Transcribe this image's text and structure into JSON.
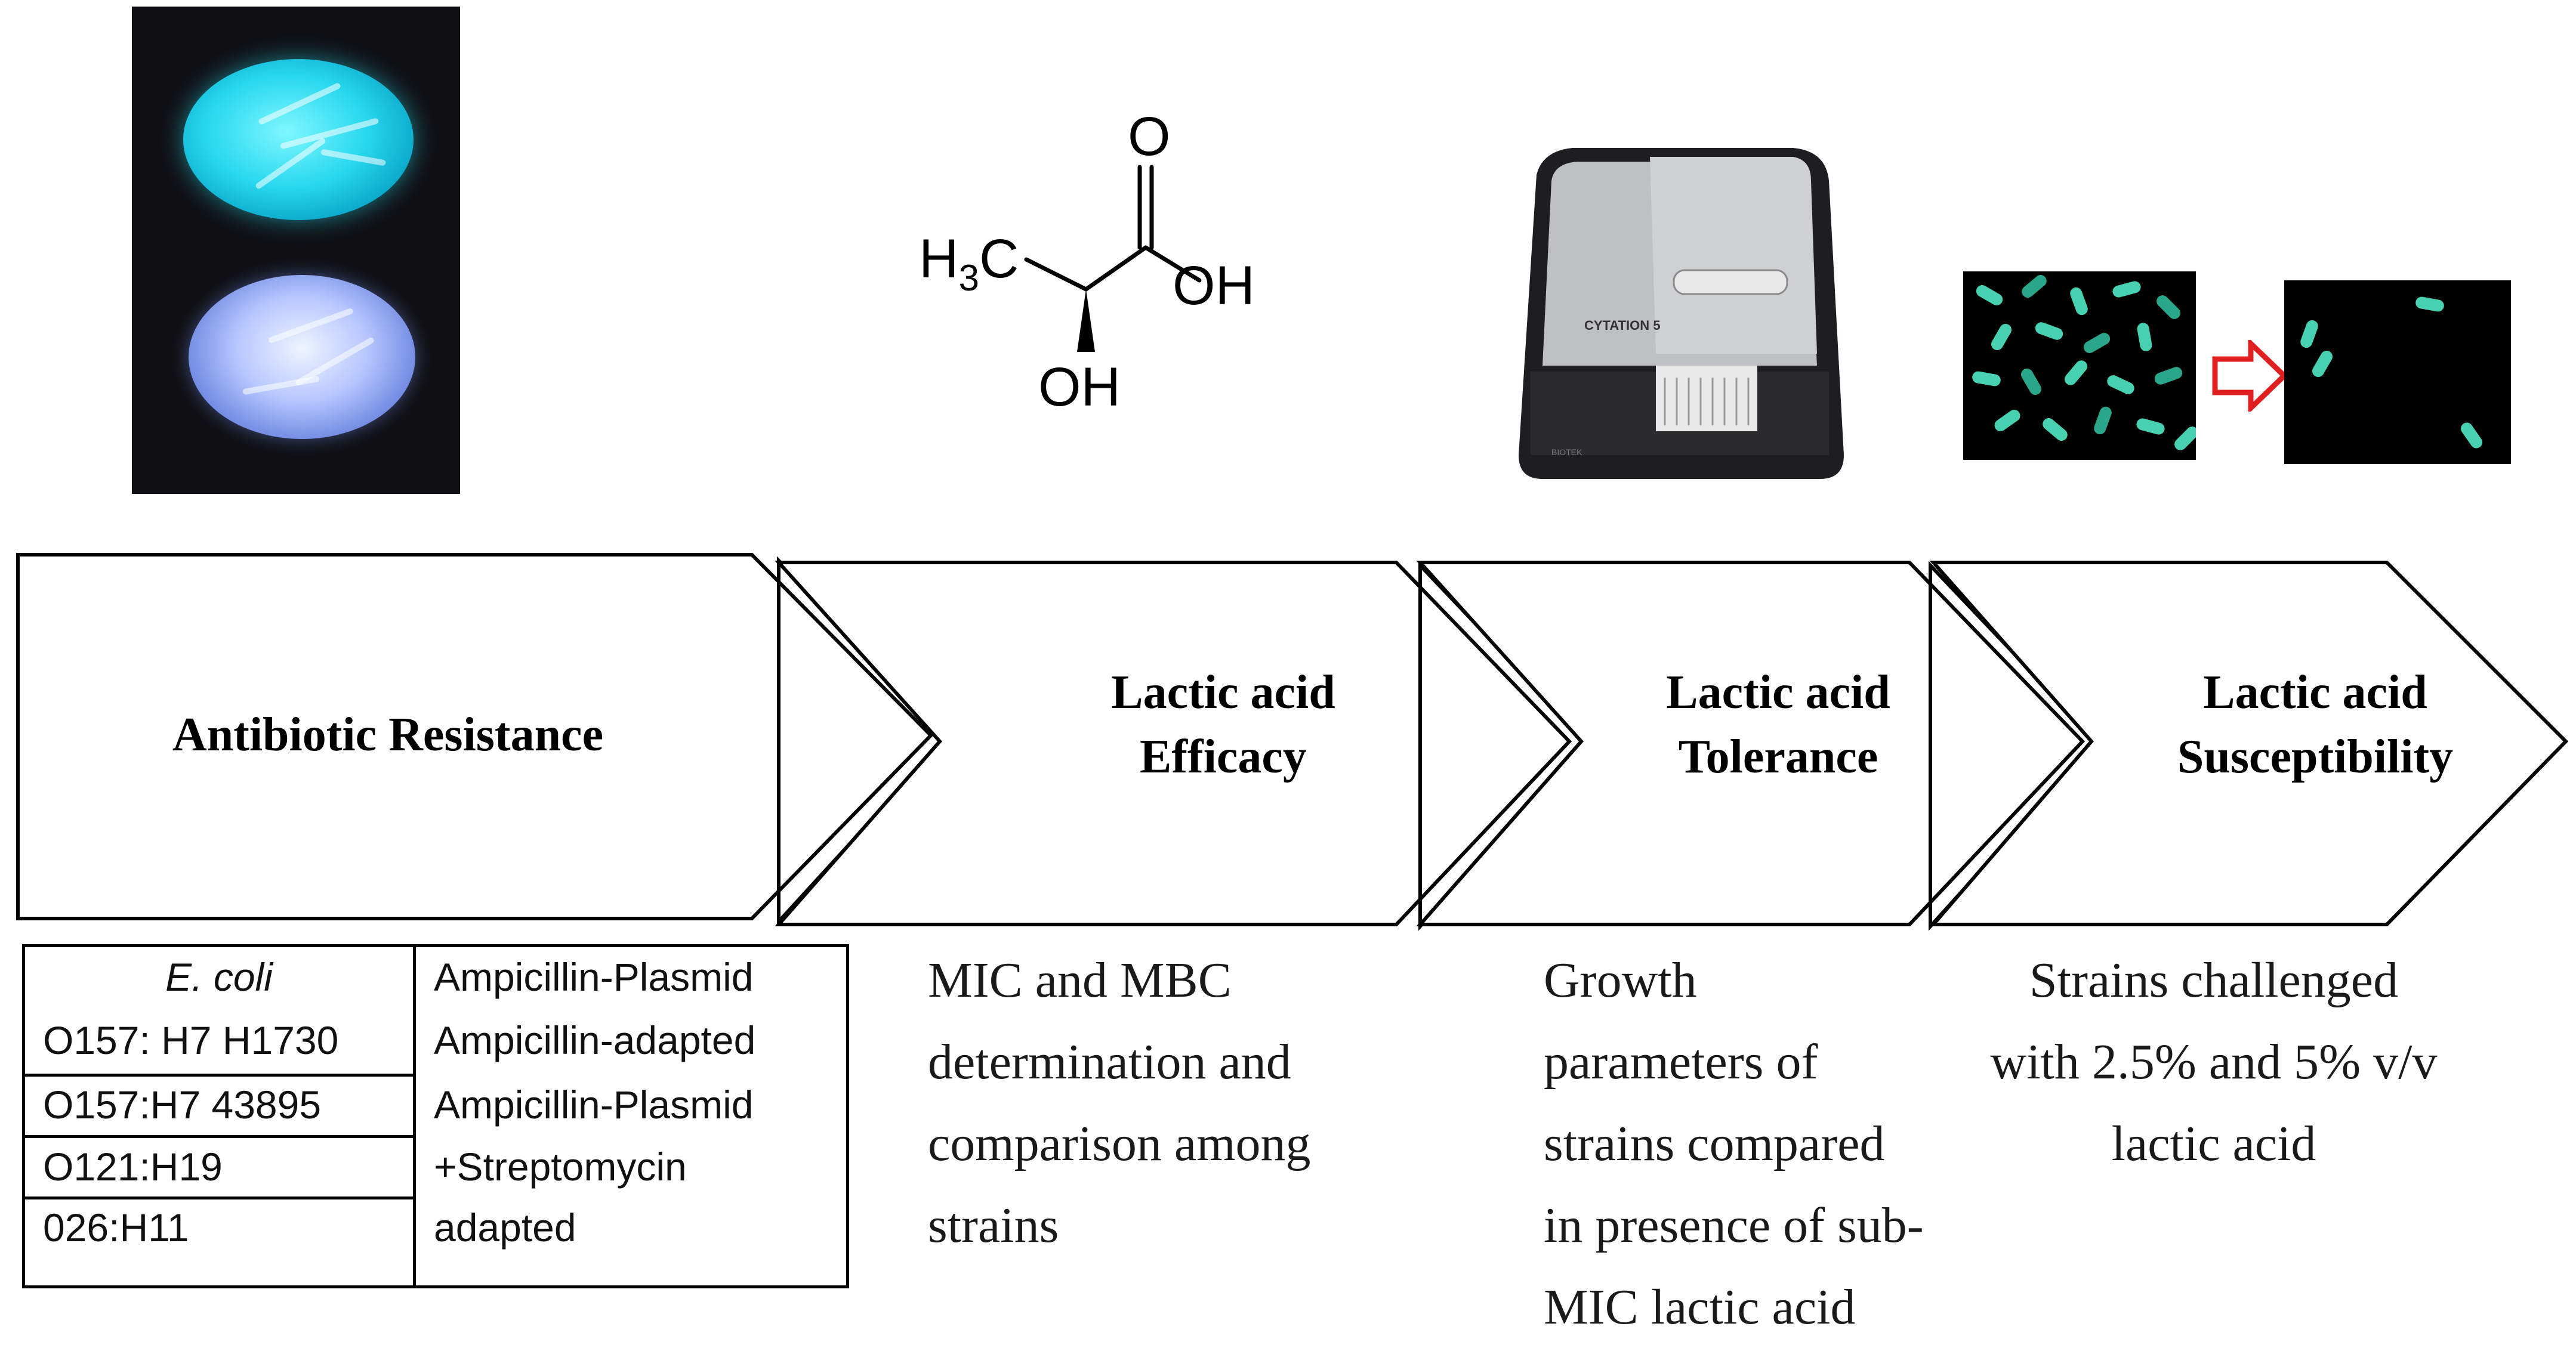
{
  "colors": {
    "outline": "#000000",
    "cell_fluorescence": "#47d1b1",
    "arrow_red": "#e02020"
  },
  "images": {
    "plates_photo": "agar-plates-fluorescence-photo",
    "molecule": "lactic-acid-structure",
    "instrument": "cytation-plate-reader",
    "micro_before": "bacteria-fluorescence-before",
    "micro_after": "bacteria-fluorescence-after",
    "arrow": "right-arrow-icon"
  },
  "molecule": {
    "methyl": "H",
    "methyl_sub": "3",
    "methyl_c": "C",
    "carbonyl_o": "O",
    "oh_right": "OH",
    "oh_bottom": "OH"
  },
  "instrument": {
    "brand": "CYTATION",
    "brand_num": "5",
    "maker": "BIOTEK"
  },
  "stages": [
    {
      "line1": "Antibiotic  Resistance",
      "line2": ""
    },
    {
      "line1": "Lactic acid",
      "line2": "Efficacy"
    },
    {
      "line1": "Lactic acid",
      "line2": "Tolerance"
    },
    {
      "line1": "Lactic acid",
      "line2": "Susceptibility"
    }
  ],
  "table": {
    "header": "E. coli",
    "strains": [
      "O157: H7 H1730",
      "O157:H7 43895",
      "O121:H19",
      "026:H11"
    ],
    "treatments": [
      "Ampicillin-Plasmid",
      "Ampicillin-adapted",
      "Ampicillin-Plasmid",
      "+Streptomycin",
      "adapted"
    ]
  },
  "descriptions": {
    "efficacy": [
      "MIC and MBC",
      "determination and",
      "comparison among",
      "strains"
    ],
    "tolerance": [
      "Growth",
      "parameters of",
      "strains compared",
      "in presence of sub-",
      "MIC lactic acid"
    ],
    "susceptibility": [
      "Strains challenged",
      "with 2.5% and 5% v/v",
      "lactic acid"
    ]
  }
}
